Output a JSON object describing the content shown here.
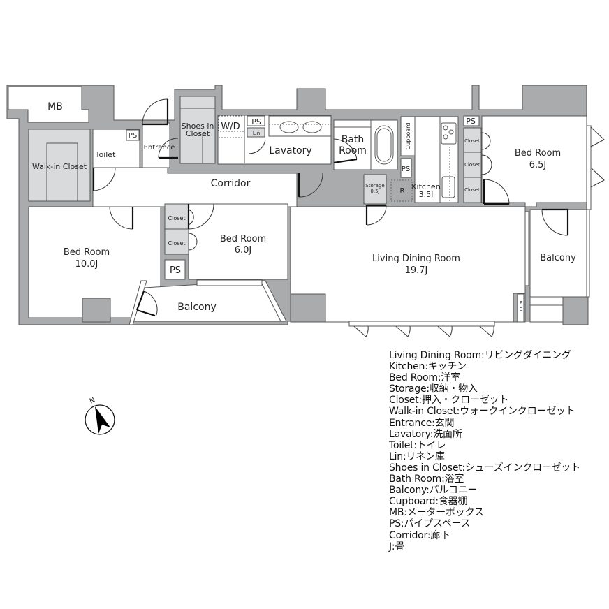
{
  "floor_plan": {
    "rooms": {
      "mb": {
        "label": "MB"
      },
      "walk_in_closet": {
        "label": "Walk-in Closet"
      },
      "toilet": {
        "label": "Toilet"
      },
      "ps_toilet": {
        "label": "PS"
      },
      "entrance": {
        "label": "Entrance"
      },
      "shoes_in_closet": {
        "label_line1": "Shoes in",
        "label_line2": "Closet"
      },
      "wd": {
        "label": "W/D"
      },
      "ps_lavatory": {
        "label": "PS"
      },
      "lin": {
        "label": "Lin"
      },
      "lavatory": {
        "label": "Lavatory"
      },
      "bath_room": {
        "label_line1": "Bath",
        "label_line2": "Room"
      },
      "cupboard": {
        "label": "Cupboard"
      },
      "ps_kitchen": {
        "label": "PS"
      },
      "storage": {
        "label_line1": "Storage",
        "label_line2": "0.5J"
      },
      "refrigerator": {
        "label": "R"
      },
      "kitchen": {
        "label_line1": "Kitchen",
        "label_line2": "3.5J"
      },
      "ps_bedroom_ne": {
        "label": "PS"
      },
      "closet_ne_1": {
        "label": "Closet"
      },
      "closet_ne_2": {
        "label": "Closet"
      },
      "closet_ne_3": {
        "label": "Closet"
      },
      "bed_room_ne": {
        "label_line1": "Bed Room",
        "label_line2": "6.5J"
      },
      "corridor": {
        "label": "Corridor"
      },
      "bed_room_w": {
        "label_line1": "Bed Room",
        "label_line2": "10.0J"
      },
      "closet_mid_1": {
        "label": "Closet"
      },
      "closet_mid_2": {
        "label": "Closet"
      },
      "ps_mid": {
        "label": "PS"
      },
      "bed_room_mid": {
        "label_line1": "Bed Room",
        "label_line2": "6.0J"
      },
      "balcony_s": {
        "label": "Balcony"
      },
      "living_dining_room": {
        "label_line1": "Living Dining Room",
        "label_line2": "19.7J"
      },
      "balcony_e": {
        "label": "Balcony"
      },
      "ps_balcony_e": {
        "label_line1": "P",
        "label_line2": "S"
      }
    },
    "compass": {
      "north_label": "N"
    }
  },
  "legend": {
    "items": [
      "Living Dining Room:リビングダイニング",
      "Kitchen:キッチン",
      "Bed Room:洋室",
      "Storage:収納・物入",
      "Closet:押入・クローゼット",
      "Walk-in Closet:ウォークインクローゼット",
      "Entrance:玄関",
      "Lavatory:洗面所",
      "Toilet:トイレ",
      "Lin:リネン庫",
      "Shoes in Closet:シューズインクローゼット",
      "Bath Room:浴室",
      "Balcony:バルコニー",
      "Cupboard:食器棚",
      "MB:メーターボックス",
      "PS:パイプスペース",
      "Corridor:廊下",
      "J:畳"
    ]
  }
}
